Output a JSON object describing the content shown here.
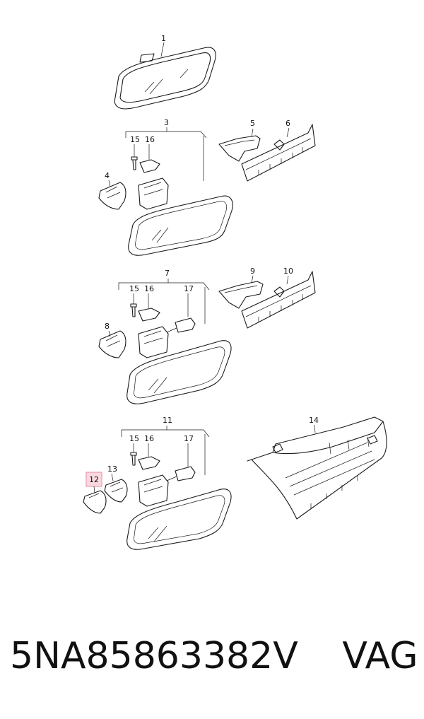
{
  "callouts": {
    "c1": "1",
    "c3": "3",
    "c4": "4",
    "c5": "5",
    "c6": "6",
    "c7": "7",
    "c8": "8",
    "c9": "9",
    "c10": "10",
    "c11": "11",
    "c12": "12",
    "c13": "13",
    "c14": "14",
    "c15a": "15",
    "c16a": "16",
    "c15b": "15",
    "c16b": "16",
    "c17b": "17",
    "c15c": "15",
    "c16c": "16",
    "c17c": "17"
  },
  "highlight_color": "#fbd9e0",
  "footer": {
    "part_number": "5NA85863382V",
    "brand": "VAG"
  }
}
